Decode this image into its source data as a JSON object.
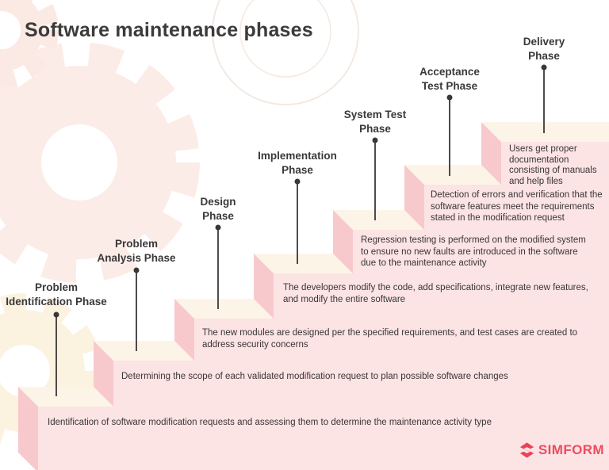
{
  "title": "Software maintenance phases",
  "phases": [
    {
      "label": "Problem\nIdentification Phase",
      "description": "Identification of software modification requests and assessing them to determine the maintenance activity type"
    },
    {
      "label": "Problem\nAnalysis Phase",
      "description": "Determining the scope of each validated modification request to plan possible software changes"
    },
    {
      "label": "Design\nPhase",
      "description": "The new modules are designed per the specified requirements, and test cases are created to\naddress security concerns"
    },
    {
      "label": "Implementation\nPhase",
      "description": "The developers modify the code, add specifications, integrate new features,\nand modify the entire software"
    },
    {
      "label": "System Test\nPhase",
      "description": "Regression testing is performed on the modified system\nto ensure no new faults are introduced in the software\ndue to the maintenance activity"
    },
    {
      "label": "Acceptance\nTest Phase",
      "description": "Detection of errors and verification that the\nsoftware features meet the requirements\nstated in the modification request"
    },
    {
      "label": "Delivery\nPhase",
      "description": "Users get proper\ndocumentation\nconsisting of manuals\nand help files"
    }
  ],
  "footer": {
    "brand": "SIMFORM"
  },
  "colors": {
    "step_front": "#fce3e4",
    "step_side": "#f7c9cd",
    "step_top": "#fdf4e8",
    "text_dark": "#3b3839",
    "brand_red": "#ee4b5e",
    "gear_pink": "#fcece7",
    "gear_cream": "#fbf2e0"
  }
}
